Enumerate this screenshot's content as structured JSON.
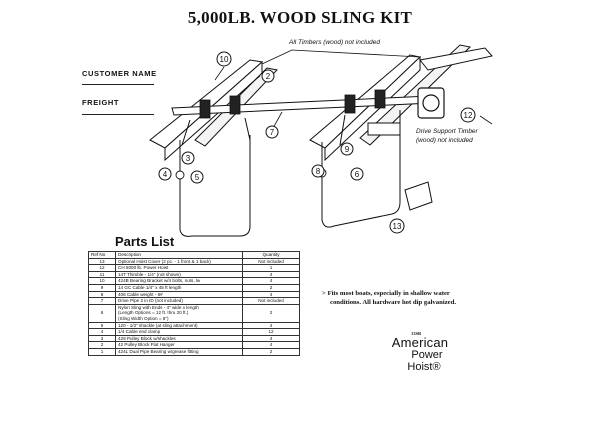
{
  "document": {
    "title": "5,000LB. WOOD SLING KIT",
    "form": {
      "customer_name_label": "CUSTOMER NAME",
      "freight_label": "FREIGHT"
    },
    "callouts": {
      "all_timbers": "All Timbers (wood) not included",
      "drive_support_line1": "Drive Support Timber",
      "drive_support_line2": "(wood) not included"
    },
    "diagram_numbers": {
      "n10": "10",
      "n2": "2",
      "n7": "7",
      "n3": "3",
      "n4": "4",
      "n5": "5",
      "n9": "9",
      "n8": "8",
      "n6": "6",
      "n12": "12",
      "n13": "13"
    },
    "parts_list": {
      "heading": "Parts List",
      "columns": [
        "Ref No",
        "Description",
        "Quantity"
      ],
      "rows": [
        {
          "ref": "13",
          "desc": [
            "Optional Hoist Cover (2 pc. - 1 front & 1 back)"
          ],
          "qty": "Not included"
        },
        {
          "ref": "12",
          "desc": [
            "CH 5000 lb. Power Hoist"
          ],
          "qty": "1"
        },
        {
          "ref": "11",
          "desc": [
            "14T Thimble - 1/4\" (not shown)"
          ],
          "qty": "4"
        },
        {
          "ref": "10",
          "desc": [
            "424B Bearing Bracket w/4 bolts, nuts, lw"
          ],
          "qty": "4"
        },
        {
          "ref": "9",
          "desc": [
            "14 GC Cable 1/4\" x 45 ft length"
          ],
          "qty": "2"
        },
        {
          "ref": "8",
          "desc": [
            "406 Cable weight - 6#"
          ],
          "qty": "4"
        },
        {
          "ref": "7",
          "desc": [
            "Drive Pipe 2 in ID (not included)"
          ],
          "qty": "Not included"
        },
        {
          "ref": "6",
          "desc": [
            "Nylon Sling with Ends - 4\" wide x length",
            "(Length Options = 12 ft. thru 20 ft.)",
            "(Sling Width Option = 6\")"
          ],
          "qty": "2"
        },
        {
          "ref": "5",
          "desc": [
            "120 - 1/2\" shackle (at sling attachment)"
          ],
          "qty": "4"
        },
        {
          "ref": "4",
          "desc": [
            "1/4 Cable end clamp"
          ],
          "qty": "12"
        },
        {
          "ref": "3",
          "desc": [
            "429 Pulley Block w/shackles"
          ],
          "qty": "4"
        },
        {
          "ref": "2",
          "desc": [
            "42 Pulley Block Flat Hanger"
          ],
          "qty": "4"
        },
        {
          "ref": "1",
          "desc": [
            "424L Dual Pipe Bearing w/grease fitting"
          ],
          "qty": "2"
        }
      ]
    },
    "note": {
      "line1": "> Fits most boats, especially in shallow water",
      "line2": "conditions. All hardware hot dip galvanized."
    },
    "logo": {
      "code": "13SB",
      "word1": "American",
      "word2": "Power",
      "word3": "Hoist®"
    }
  }
}
